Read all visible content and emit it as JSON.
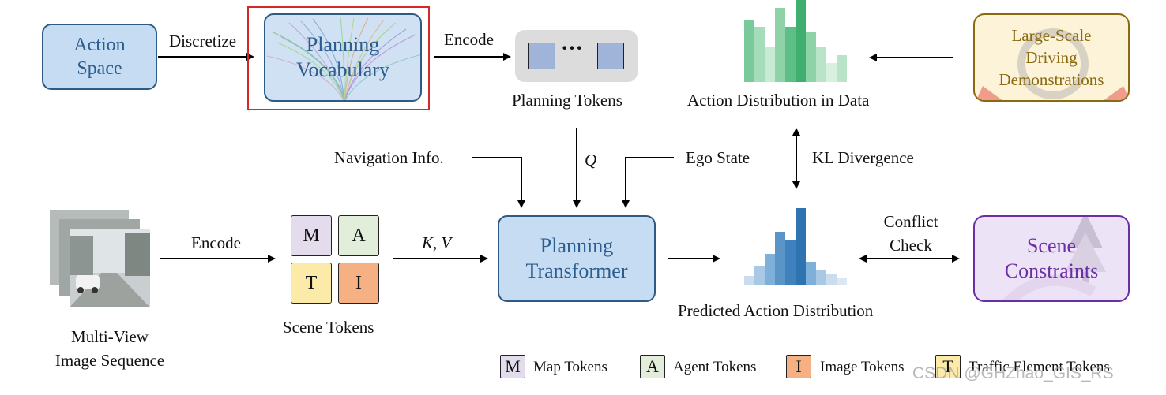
{
  "action_space": "Action\nSpace",
  "discretize": "Discretize",
  "planning_vocabulary": "Planning\nVocabulary",
  "encode_top": "Encode",
  "token_ellipsis": "···",
  "planning_tokens": "Planning Tokens",
  "action_distribution_data": "Action Distribution in Data",
  "large_scale": "Large-Scale\nDriving\nDemonstrations",
  "navigation_info": "Navigation Info.",
  "q_label": "Q",
  "ego_state": "Ego State",
  "kl_divergence": "KL Divergence",
  "encode_bottom": "Encode",
  "kv_label": "K, V",
  "planning_transformer": "Planning\nTransformer",
  "conflict_check": "Conflict\nCheck",
  "scene_constraints": "Scene\nConstraints",
  "predicted_action_distribution": "Predicted Action Distribution",
  "multi_view": "Multi-View\nImage Sequence",
  "scene_tokens": "Scene Tokens",
  "tokens": {
    "m": "M",
    "a": "A",
    "t": "T",
    "i": "I"
  },
  "legend": [
    {
      "key": "M",
      "label": "Map Tokens",
      "color": "#e3dcec"
    },
    {
      "key": "A",
      "label": "Agent Tokens",
      "color": "#e2eed9"
    },
    {
      "key": "I",
      "label": "Image Tokens",
      "color": "#f5b183"
    },
    {
      "key": "T",
      "label": "Traffic Element Tokens",
      "color": "#fbeaa8"
    }
  ],
  "watermark": "CSDN @GHZhao_GIS_RS",
  "colors": {
    "blue_fill": "#c6dcf2",
    "blue_border": "#2f5a86",
    "highlight_red": "#d62828",
    "green_bars": "#5cbf85",
    "blue_bars": "#2f74b0",
    "purple": "#6a2fa6",
    "gold": "#8a6a10"
  }
}
